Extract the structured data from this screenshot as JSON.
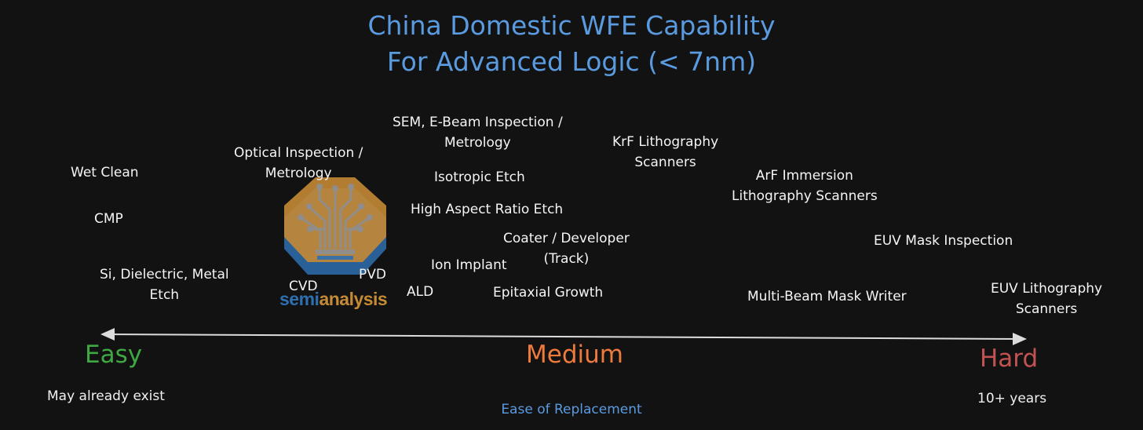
{
  "title": {
    "line1": "China Domestic WFE Capability",
    "line2": "For Advanced Logic (< 7nm)"
  },
  "items": [
    {
      "id": "wet-clean",
      "lines": [
        "Wet Clean"
      ]
    },
    {
      "id": "cmp",
      "lines": [
        "CMP"
      ]
    },
    {
      "id": "si-dielectric-metal-etch",
      "lines": [
        "Si, Dielectric, Metal",
        "Etch"
      ]
    },
    {
      "id": "cvd",
      "lines": [
        "CVD"
      ]
    },
    {
      "id": "pvd",
      "lines": [
        "PVD"
      ]
    },
    {
      "id": "optical-inspection",
      "lines": [
        "Optical Inspection /",
        "Metrology"
      ]
    },
    {
      "id": "sem-ebeam",
      "lines": [
        "SEM, E-Beam Inspection /",
        "Metrology"
      ]
    },
    {
      "id": "isotropic-etch",
      "lines": [
        "Isotropic Etch"
      ]
    },
    {
      "id": "high-aspect-ratio-etch",
      "lines": [
        "High Aspect Ratio Etch"
      ]
    },
    {
      "id": "coater-developer",
      "lines": [
        "Coater / Developer",
        "(Track)"
      ]
    },
    {
      "id": "ion-implant",
      "lines": [
        "Ion Implant"
      ]
    },
    {
      "id": "ald",
      "lines": [
        "ALD"
      ]
    },
    {
      "id": "epitaxial-growth",
      "lines": [
        "Epitaxial Growth"
      ]
    },
    {
      "id": "krf-lithography",
      "lines": [
        "KrF Lithography",
        "Scanners"
      ]
    },
    {
      "id": "arf-immersion",
      "lines": [
        "ArF Immersion",
        "Lithography Scanners"
      ]
    },
    {
      "id": "euv-mask-inspection",
      "lines": [
        "EUV Mask Inspection"
      ]
    },
    {
      "id": "multi-beam-mask-writer",
      "lines": [
        "Multi-Beam Mask Writer"
      ]
    },
    {
      "id": "euv-lithography",
      "lines": [
        "EUV Lithography",
        "Scanners"
      ]
    }
  ],
  "scale": {
    "easy": "Easy",
    "medium": "Medium",
    "hard": "Hard",
    "easy_note": "May already exist",
    "hard_note": "10+ years",
    "axis_title": "Ease of Replacement"
  },
  "colors": {
    "title": "#5a9be0",
    "easy": "#3fa843",
    "medium": "#ee7a3c",
    "hard": "#c25352",
    "logo_orange": "#c48a35",
    "logo_blue": "#2e6fb0"
  },
  "logo": {
    "text_part1": "semi",
    "text_part2": "analysis"
  }
}
